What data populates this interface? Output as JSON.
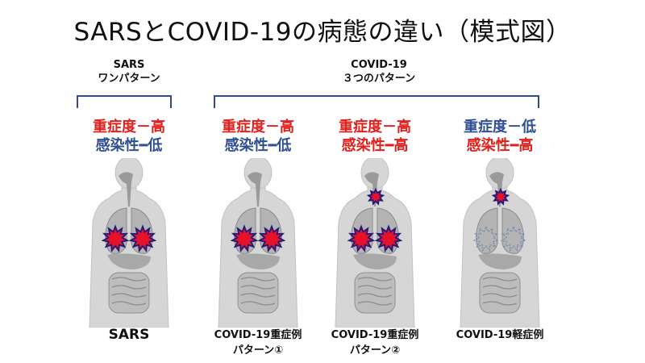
{
  "title": "SARSとCOVID-19の病態の違い（模式図）",
  "groups": {
    "sars": {
      "name": "SARS",
      "subtitle": "ワンパターン"
    },
    "covid": {
      "name": "COVID-19",
      "subtitle": "３つのパターン"
    }
  },
  "panels": [
    {
      "severity": "重症度－高",
      "infectivity": "感染性━低",
      "sev_color": "#e0201e",
      "inf_color": "#2f4f90",
      "caption1": "SARS",
      "caption2": "",
      "throat": false,
      "lung": "severe"
    },
    {
      "severity": "重症度－高",
      "infectivity": "感染性━低",
      "sev_color": "#e0201e",
      "inf_color": "#2f4f90",
      "caption1": "COVID-19重症例",
      "caption2": "パターン①",
      "throat": false,
      "lung": "severe"
    },
    {
      "severity": "重症度－高",
      "infectivity": "感染性━高",
      "sev_color": "#e0201e",
      "inf_color": "#e0201e",
      "caption1": "COVID-19重症例",
      "caption2": "パターン②",
      "throat": true,
      "lung": "severe"
    },
    {
      "severity": "重症度－低",
      "infectivity": "感染性━高",
      "sev_color": "#2f4f90",
      "inf_color": "#e0201e",
      "caption1": "COVID-19軽症例",
      "caption2": "",
      "throat": true,
      "lung": "mild"
    }
  ],
  "colors": {
    "bracket": "#2f4e86",
    "burst_fill": "#e8112a",
    "burst_edge": "#2a1a78",
    "mild_edge": "#6e86b8",
    "body": "#d6d6d6"
  }
}
